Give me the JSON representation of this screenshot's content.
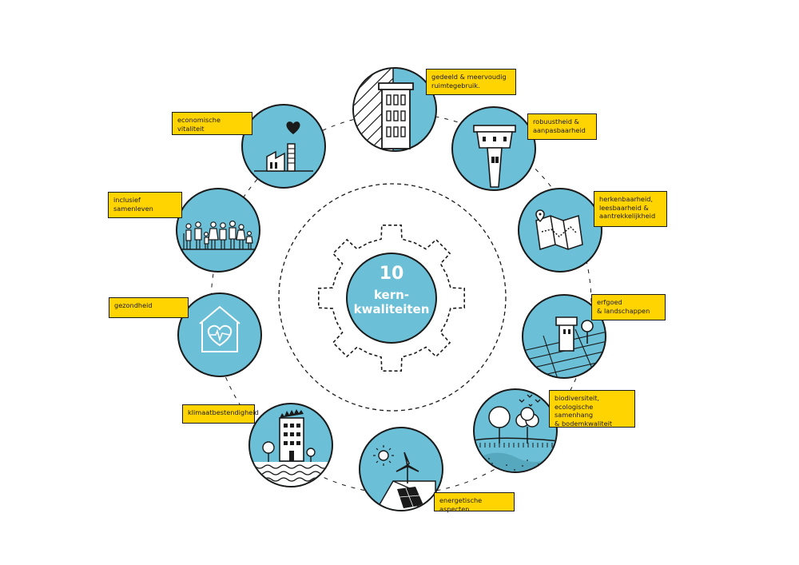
{
  "center": {
    "number": "10",
    "line1": "kern-",
    "line2": "kwaliteiten"
  },
  "colors": {
    "circle_fill": "#6bbfd6",
    "label_fill": "#ffd400",
    "stroke": "#1a1a1a"
  },
  "qualities": [
    {
      "id": "gedeeld",
      "label": "gedeeld & meervoudig\nruimtegebruik.",
      "icon": "tower-building-icon"
    },
    {
      "id": "robuust",
      "label": "robuustheid &\naanpasbaarheid",
      "icon": "water-tower-icon"
    },
    {
      "id": "herkenbaar",
      "label": "herkenbaarheid,\nleesbaarheid &\naantrekkelijkheid",
      "icon": "map-icon"
    },
    {
      "id": "erfgoed",
      "label": "erfgoed\n& landschappen",
      "icon": "castle-tower-icon"
    },
    {
      "id": "biodiversiteit",
      "label": "biodiversiteit,\necologische samenhang\n& bodemkwaliteit",
      "icon": "trees-birds-icon"
    },
    {
      "id": "energie",
      "label": "energetische aspecten",
      "icon": "wind-solar-icon"
    },
    {
      "id": "klimaat",
      "label": "klimaatbestendigheid",
      "icon": "green-roof-building-icon"
    },
    {
      "id": "gezondheid",
      "label": "gezondheid",
      "icon": "house-heart-icon"
    },
    {
      "id": "inclusief",
      "label": "inclusief samenleven",
      "icon": "people-icon"
    },
    {
      "id": "economie",
      "label": "economische vitaliteit",
      "icon": "factory-heart-icon"
    }
  ]
}
